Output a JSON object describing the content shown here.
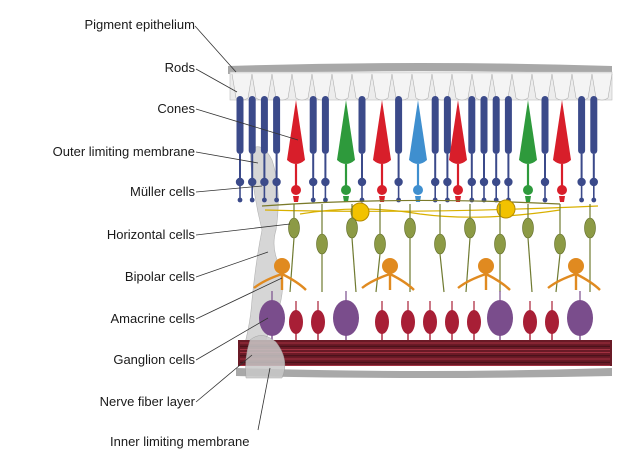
{
  "labels": {
    "pigment_epithelium": "Pigment epithelium",
    "rods": "Rods",
    "cones": "Cones",
    "outer_limiting_membrane": "Outer limiting membrane",
    "muller_cells": "Müller cells",
    "horizontal_cells": "Horizontal cells",
    "bipolar_cells": "Bipolar cells",
    "amacrine_cells": "Amacrine cells",
    "ganglion_cells": "Ganglion cells",
    "nerve_fiber_layer": "Nerve fiber layer",
    "inner_limiting_membrane": "Inner limiting membrane"
  },
  "colors": {
    "rod": "#3b4a8a",
    "cone_red": "#d81e2a",
    "cone_green": "#2e9a3c",
    "cone_blue": "#3f8fcf",
    "bipolar": "#8c9a45",
    "horizontal": "#f2c200",
    "amacrine": "#e08a20",
    "ganglion_red": "#a81f36",
    "ganglion_purple": "#7a4d8c",
    "nerve_fiber": "#6a1a26",
    "muller": "#b8b8b8"
  }
}
